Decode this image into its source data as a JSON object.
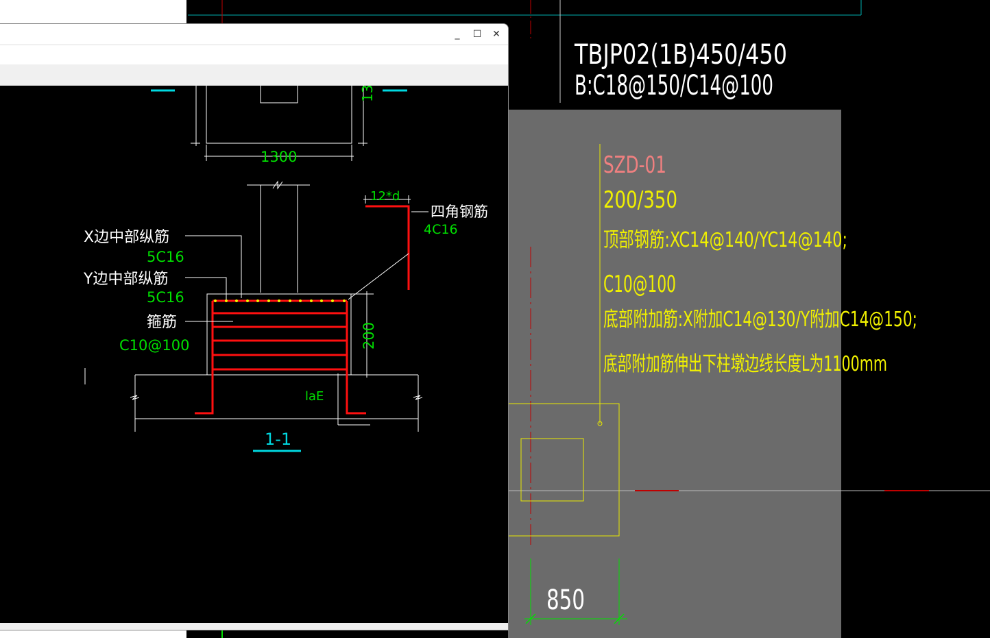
{
  "window": {
    "controls": {
      "minimize": "_",
      "maximize": "☐",
      "close": "✕"
    }
  },
  "background_drawing": {
    "footing_label": "TBJP02(1B)450/450",
    "footing_rebar": "B:C18@150/C14@100",
    "pier_name": "SZD-01",
    "pier_size": "200/350",
    "top_rebar": "顶部钢筋:XC14@140/YC14@140;",
    "stirrup": "C10@100",
    "bottom_extra": "底部附加筋:X附加C14@130/Y附加C14@150;",
    "bottom_extra_length": "底部附加筋伸出下柱墩边线长度L为1100mm",
    "dimension": "850"
  },
  "section_detail": {
    "width_dim": "1300",
    "top_dim_partial": "13",
    "anchor_label": "12*d",
    "corner_bars_label": "四角钢筋",
    "corner_bars_value": "4C16",
    "x_mid_bars_label": "X边中部纵筋",
    "x_mid_bars_value": "5C16",
    "y_mid_bars_label": "Y边中部纵筋",
    "y_mid_bars_value": "5C16",
    "stirrup_label": "箍筋",
    "stirrup_value": "C10@100",
    "height_dim": "200",
    "lae_label": "laE",
    "section_name": "1-1"
  },
  "colors": {
    "cad_bg": "#000000",
    "gray_panel": "#6b6b6b",
    "yellow": "#f0f000",
    "green": "#00e000",
    "red": "#ff1010",
    "cyan": "#00d8e0",
    "pink": "#f08080",
    "white": "#ffffff"
  }
}
